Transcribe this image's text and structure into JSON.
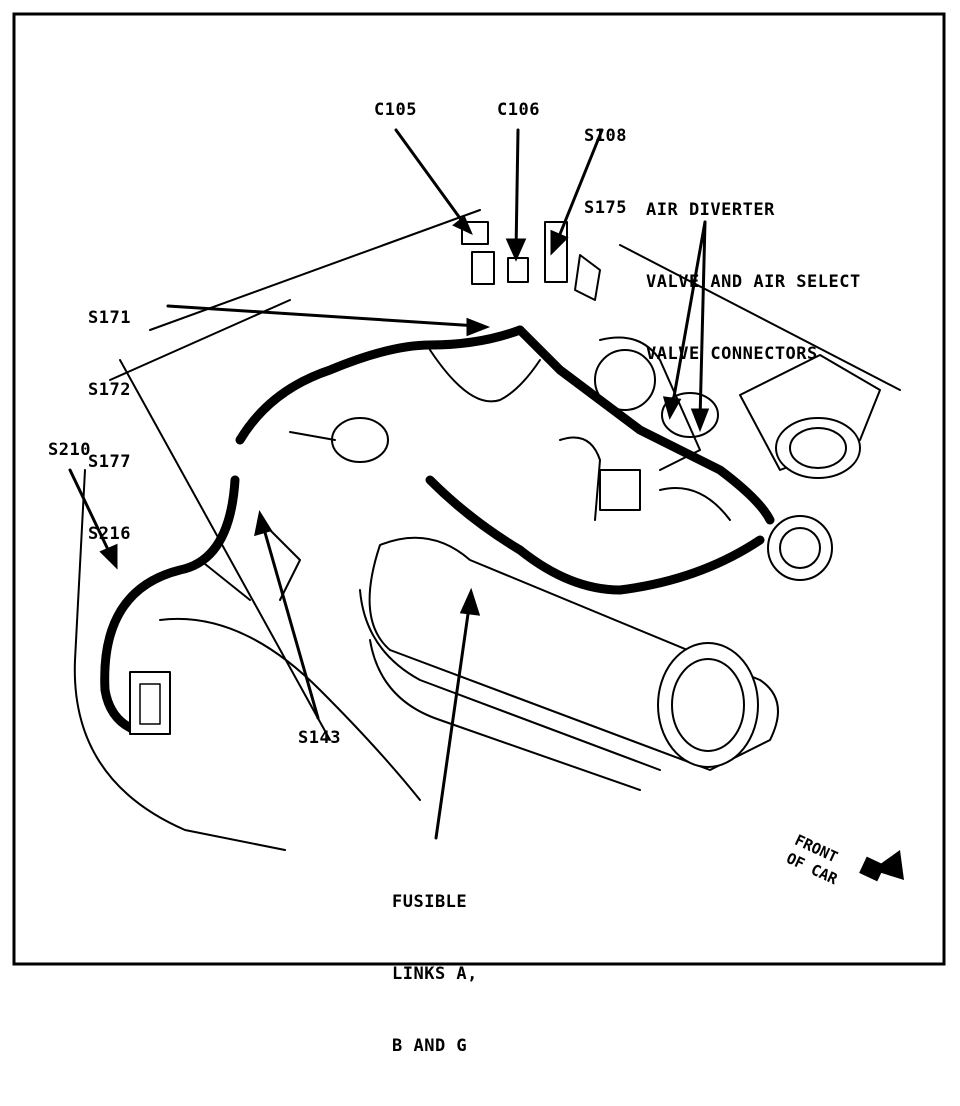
{
  "labels": {
    "c105": "C105",
    "c106": "C106",
    "s108_s175": [
      "S108",
      "S175"
    ],
    "air_diverter": [
      "AIR DIVERTER",
      "VALVE AND AIR SELECT",
      "VALVE CONNECTORS"
    ],
    "s171_group": [
      "S171",
      "S172",
      "S177",
      "S216"
    ],
    "s210": "S210",
    "s143": "S143",
    "fusible_links": [
      "FUSIBLE",
      "LINKS A,",
      "B AND G"
    ],
    "front_of_car": [
      "FRONT",
      "OF CAR"
    ]
  }
}
